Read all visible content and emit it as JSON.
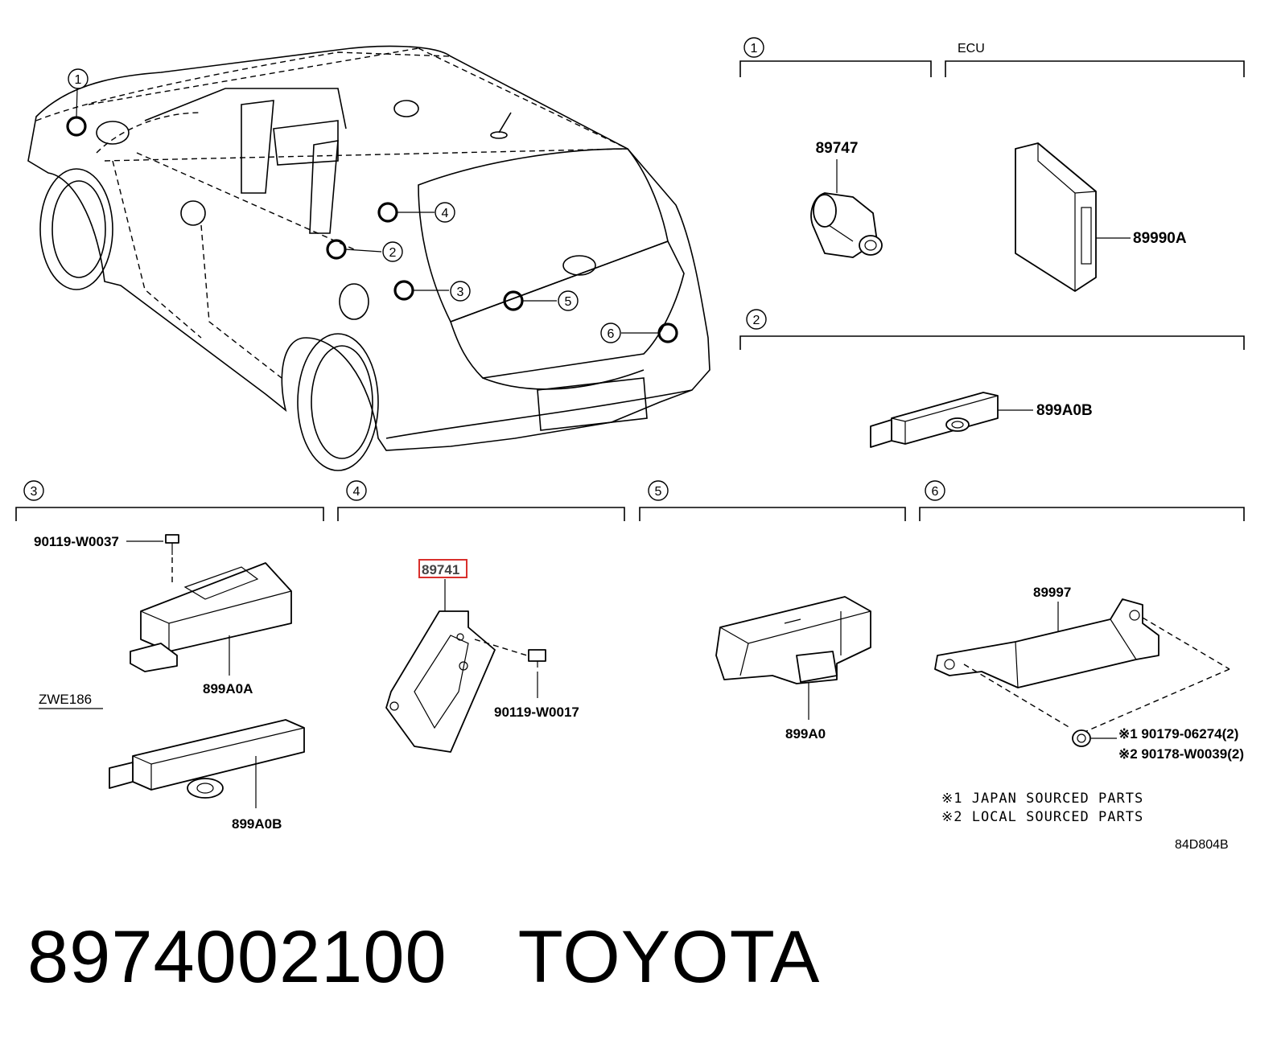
{
  "section_markers": [
    "1",
    "2",
    "3",
    "4",
    "5",
    "6"
  ],
  "car_callouts": [
    "1",
    "2",
    "3",
    "4",
    "5",
    "6"
  ],
  "header_ecu_label": "ECU",
  "part_labels": {
    "p89747": "89747",
    "p89990A": "89990A",
    "p899A0B_top": "899A0B",
    "p90119W0037": "90119-W0037",
    "p899A0A": "899A0A",
    "zwe186": "ZWE186",
    "p899A0B_bottom": "899A0B",
    "p89741": "89741",
    "p90119W0017": "90119-W0017",
    "p899A0": "899A0",
    "p89997": "89997",
    "p90179": "※1 90179-06274(2)",
    "p90178": "※2 90178-W0039(2)"
  },
  "notes": {
    "japan": "※1 JAPAN SOURCED PARTS",
    "local": "※2 LOCAL SOURCED PARTS"
  },
  "diagram_code": "84D804B",
  "footer": {
    "part_number": "8974002100",
    "brand": "TOYOTA"
  },
  "colors": {
    "highlight_box": "#d9302c",
    "ink": "#000000"
  }
}
